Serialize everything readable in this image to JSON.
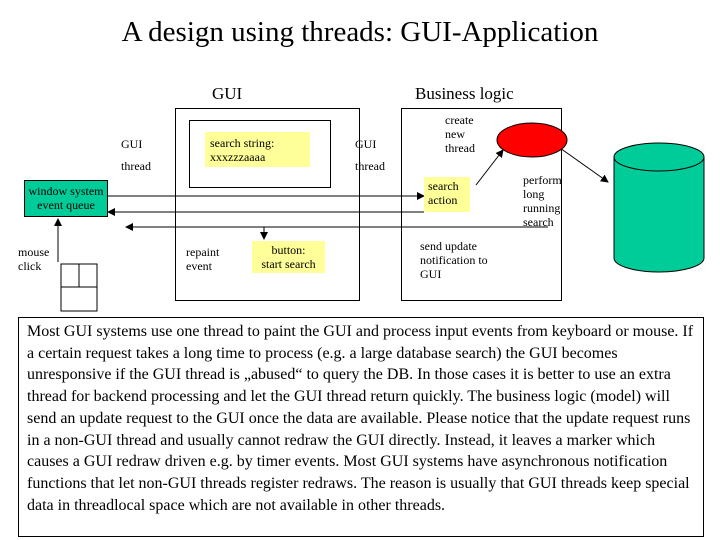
{
  "title": "A design using threads: GUI-Application",
  "columns": {
    "gui": "GUI",
    "business_logic": "Business logic"
  },
  "labels": {
    "gui_thread_left_1": "GUI",
    "gui_thread_left_2": "thread",
    "gui_thread_right_1": "GUI",
    "gui_thread_right_2": "thread",
    "create_new_thread_1": "create",
    "create_new_thread_2": "new",
    "create_new_thread_3": "thread",
    "perform_search_1": "perform",
    "perform_search_2": "long",
    "perform_search_3": "running",
    "perform_search_4": "search",
    "mouse_click_1": "mouse",
    "mouse_click_2": "click",
    "repaint_event_1": "repaint",
    "repaint_event_2": "event",
    "send_update_1": "send update",
    "send_update_2": "notification to",
    "send_update_3": "GUI"
  },
  "boxes": {
    "search_string_1": "search string:",
    "search_string_2": "xxxzzzaaaa",
    "button_1": "button:",
    "button_2": "start search",
    "event_queue_1": "window system",
    "event_queue_2": "event queue",
    "search_action_1": "search",
    "search_action_2": "action"
  },
  "colors": {
    "yellow": "#ffff99",
    "green": "#00cc99",
    "red": "#ff0000"
  },
  "description": "Most GUI systems use one thread to paint the GUI and process input events from keyboard or mouse. If a certain request takes a long time to process (e.g. a large database search) the GUI becomes unresponsive if the GUI thread is „abused“ to query the DB. In those cases it is better to use an extra thread for backend processing and let the GUI thread return quickly. The business logic (model) will send an update request to the GUI once the data are available. Please notice that the update request runs in a non-GUI thread and usually cannot redraw the GUI directly. Instead, it leaves a marker which causes a GUI redraw driven e.g. by timer events. Most GUI systems have asynchronous notification functions that let non-GUI threads register redraws. The reason is usually that GUI threads keep special data in threadlocal space which are not available in other threads."
}
